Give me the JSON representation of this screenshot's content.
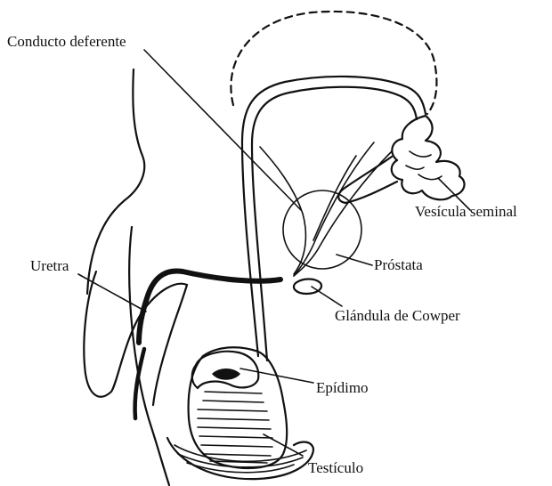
{
  "labels": {
    "vas_deferens": "Conducto deferente",
    "seminal_vesicle": "Vesícula seminal",
    "urethra": "Uretra",
    "prostate": "Próstata",
    "cowper_gland": "Glándula de Cowper",
    "epididymis": "Epídimo",
    "testicle": "Testículo"
  },
  "colors": {
    "ink": "#111111",
    "background": "#ffffff"
  }
}
